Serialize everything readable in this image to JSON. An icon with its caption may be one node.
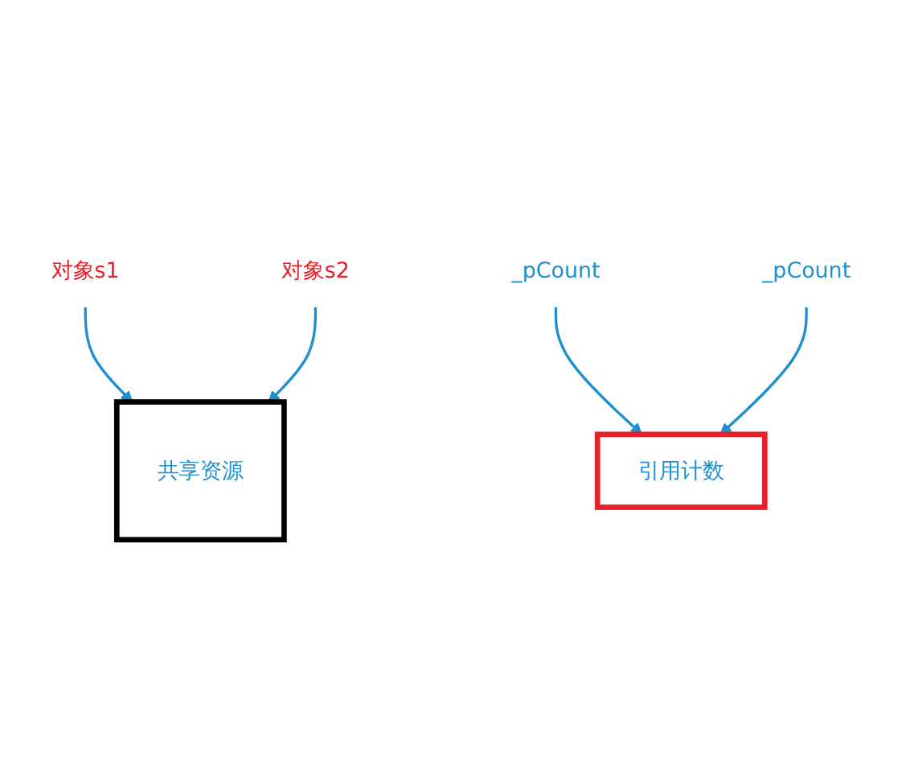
{
  "diagram": {
    "nodes": [
      {
        "text": [
          "共享资源"
        ]
      },
      {
        "text": [
          "对象s1"
        ]
      },
      {
        "text": [
          "对象s2"
        ]
      },
      {
        "text": [
          "_pCount"
        ]
      },
      {
        "text": [
          "_pCount"
        ]
      },
      {
        "text": [
          "引用计数"
        ]
      }
    ],
    "edges": [
      {
        "from": 1,
        "to": 0,
        "arrow": "to"
      },
      {
        "from": 2,
        "to": 0,
        "arrow": "to"
      },
      {
        "from": 3,
        "to": 5,
        "arrow": "to"
      },
      {
        "from": 4,
        "to": 5,
        "arrow": "to"
      }
    ]
  }
}
